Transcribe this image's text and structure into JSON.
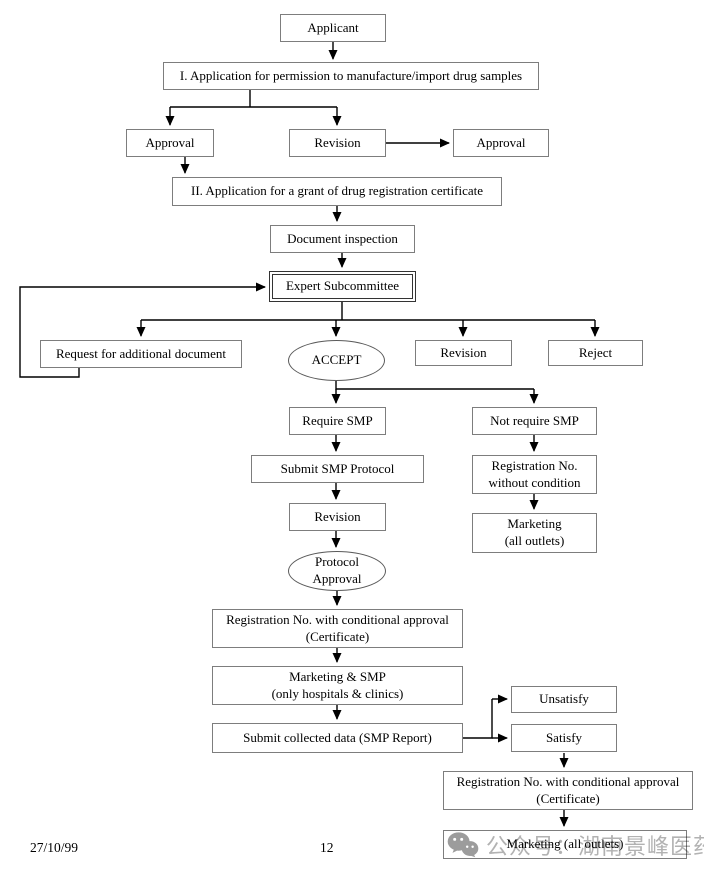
{
  "flowchart": {
    "nodes": {
      "applicant": {
        "label": "Applicant"
      },
      "step1": {
        "label": "I. Application for permission to manufacture/import drug samples"
      },
      "approval_left": {
        "label": "Approval"
      },
      "revision_top": {
        "label": "Revision"
      },
      "approval_right": {
        "label": "Approval"
      },
      "step2": {
        "label": "II. Application for a grant of drug registration certificate"
      },
      "document_inspection": {
        "label": "Document inspection"
      },
      "expert_subcommittee": {
        "label": "Expert Subcommittee"
      },
      "request_additional": {
        "label": "Request for additional document"
      },
      "accept": {
        "label": "ACCEPT"
      },
      "revision_branch": {
        "label": "Revision"
      },
      "reject": {
        "label": "Reject"
      },
      "require_smp": {
        "label": "Require SMP"
      },
      "not_require_smp": {
        "label": "Not require SMP"
      },
      "submit_smp_protocol": {
        "label": "Submit SMP Protocol"
      },
      "registration_without_condition": {
        "line1": "Registration No.",
        "line2": "without condition"
      },
      "revision_smp": {
        "label": "Revision"
      },
      "marketing_right": {
        "line1": "Marketing",
        "line2": "(all outlets)"
      },
      "protocol_approval": {
        "line1": "Protocol",
        "line2": "Approval"
      },
      "registration_conditional_1": {
        "line1": "Registration No. with conditional approval",
        "line2": "(Certificate)"
      },
      "marketing_smp": {
        "line1": "Marketing & SMP",
        "line2": "(only hospitals & clinics)"
      },
      "submit_collected_data": {
        "label": "Submit collected data (SMP Report)"
      },
      "unsatisfy": {
        "label": "Unsatisfy"
      },
      "satisfy": {
        "label": "Satisfy"
      },
      "registration_conditional_2": {
        "line1": "Registration No. with conditional approval",
        "line2": "(Certificate)"
      },
      "marketing_bottom": {
        "label": "Marketing (all outlets)"
      }
    },
    "footer": {
      "date": "27/10/99",
      "page_number": "12"
    },
    "watermark": {
      "text": "公众号：湖南景峰医药"
    }
  }
}
